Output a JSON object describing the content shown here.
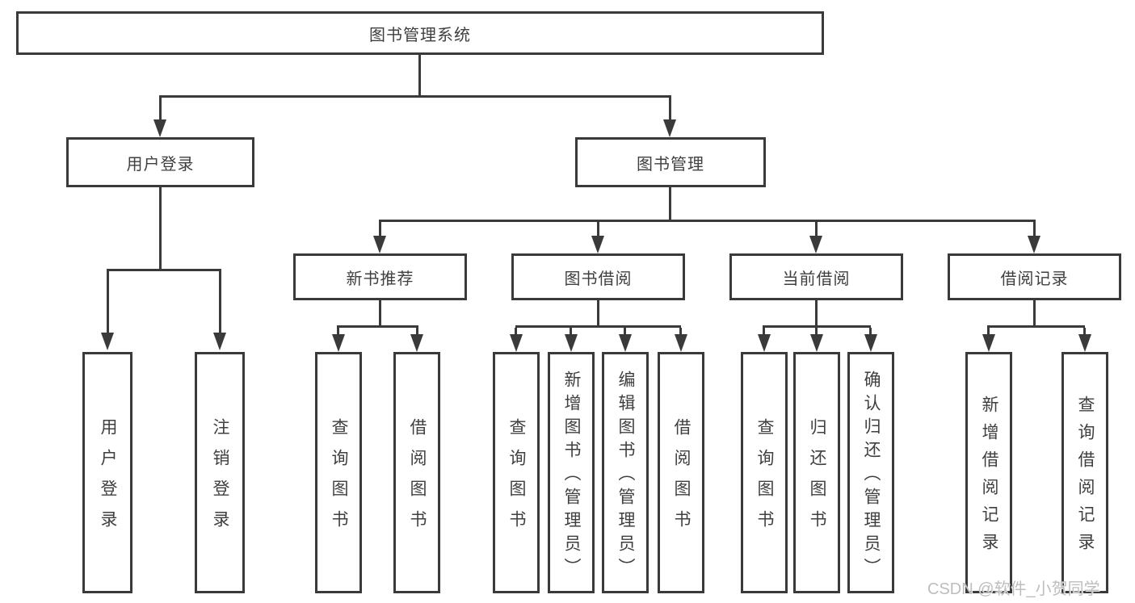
{
  "diagram": {
    "root_label": "图书管理系统",
    "level2": [
      {
        "label": "用户登录",
        "children": [
          "用户登录",
          "注销登录"
        ]
      },
      {
        "label": "图书管理"
      }
    ],
    "modules": [
      {
        "label": "新书推荐",
        "children": [
          "查询图书",
          "借阅图书"
        ]
      },
      {
        "label": "图书借阅",
        "children": [
          "查询图书",
          "新增图书（管理员）",
          "编辑图书（管理员）",
          "借阅图书"
        ]
      },
      {
        "label": "当前借阅",
        "children": [
          "查询图书",
          "归还图书",
          "确认归还（管理员）"
        ]
      },
      {
        "label": "借阅记录",
        "children": [
          "新增借阅记录",
          "查询借阅记录"
        ]
      }
    ],
    "watermark": "CSDN @软件_小贺同学",
    "colors": {
      "line": "#3a3a3a",
      "text": "#3f3f3f",
      "watermark": "#bdbdbd"
    }
  }
}
